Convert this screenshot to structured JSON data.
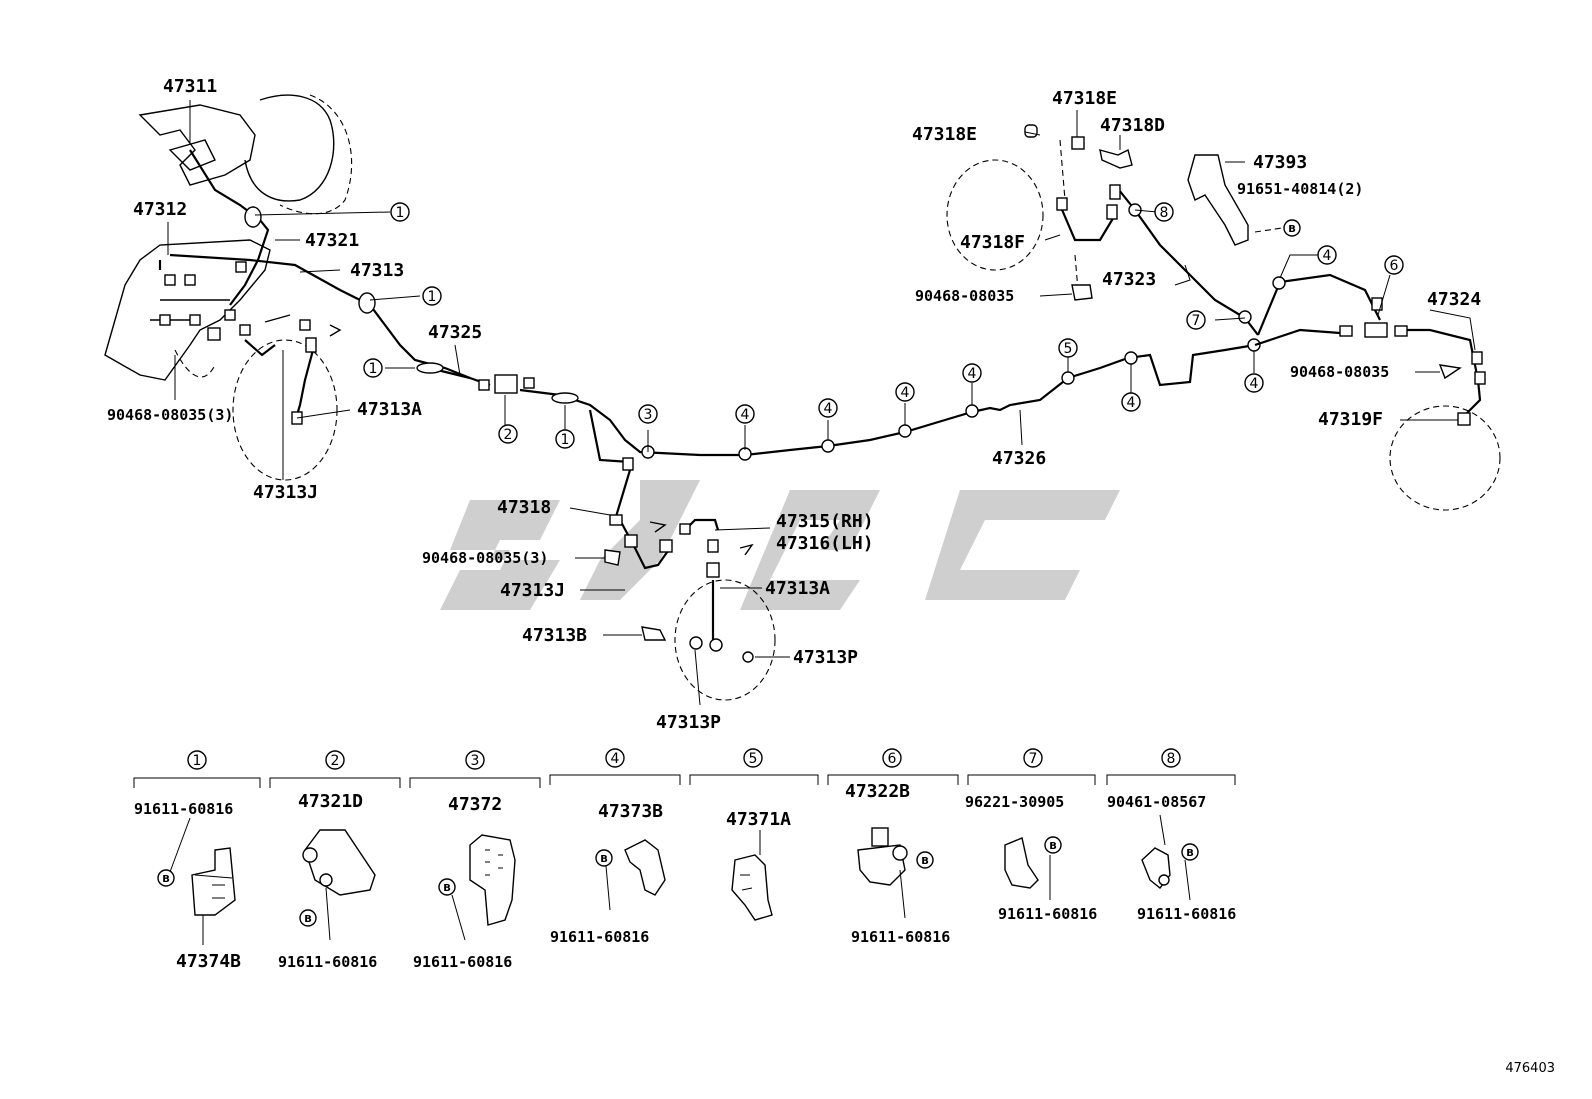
{
  "watermark": "S,A,G,C",
  "figure_number": "476403",
  "callouts": {
    "p47311": "47311",
    "p47312": "47312",
    "p47321": "47321",
    "p47313": "47313",
    "p47325": "47325",
    "p90468_3_left": "90468-08035(3)",
    "p47313A_left": "47313A",
    "p47313J_left": "47313J",
    "p47318E_a": "47318E",
    "p47318E_b": "47318E",
    "p47318D": "47318D",
    "p47393": "47393",
    "p91651": "91651-40814(2)",
    "p47318F": "47318F",
    "p47323": "47323",
    "p90468_mid": "90468-08035",
    "p47324": "47324",
    "p90468_right": "90468-08035",
    "p47319F": "47319F",
    "p47326": "47326",
    "p47318": "47318",
    "p47315": "47315(RH)",
    "p47316": "47316(LH)",
    "p90468_3_center": "90468-08035(3)",
    "p47313J_center": "47313J",
    "p47313A_center": "47313A",
    "p47313B": "47313B",
    "p47313P_a": "47313P",
    "p47313P_b": "47313P"
  },
  "circle_refs": {
    "r1a": "1",
    "r1b": "1",
    "r1c": "1",
    "r1d": "1",
    "r2": "2",
    "r3": "3",
    "r4a": "4",
    "r4b": "4",
    "r4c": "4",
    "r4d": "4",
    "r4e": "4",
    "r4f": "4",
    "r4g": "4",
    "r5": "5",
    "r6": "6",
    "r7": "7",
    "r8": "8"
  },
  "b_marks": {
    "b_top": "B",
    "b1": "B",
    "b2": "B",
    "b3": "B",
    "b4": "B",
    "b6": "B",
    "b7": "B",
    "b8": "B"
  },
  "legend": [
    {
      "num": "1",
      "top_part": "91611-60816",
      "bottom_part": "47374B"
    },
    {
      "num": "2",
      "top_part": "47321D",
      "bottom_part": "91611-60816"
    },
    {
      "num": "3",
      "top_part": "47372",
      "bottom_part": "91611-60816"
    },
    {
      "num": "4",
      "top_part": "47373B",
      "bottom_part": "91611-60816"
    },
    {
      "num": "5",
      "top_part": "47371A",
      "bottom_part": ""
    },
    {
      "num": "6",
      "top_part": "47322B",
      "bottom_part": "91611-60816"
    },
    {
      "num": "7",
      "top_part": "96221-30905",
      "bottom_part": "91611-60816"
    },
    {
      "num": "8",
      "top_part": "90461-08567",
      "bottom_part": "91611-60816"
    }
  ],
  "colors": {
    "line": "#000000",
    "watermark": "#c9c9c9",
    "background": "#ffffff"
  }
}
